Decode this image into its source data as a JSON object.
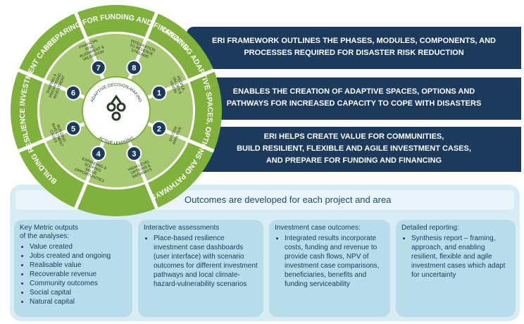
{
  "wheel": {
    "arc_top": "PREPARING FOR FUNDING AND FINANCING",
    "arc_right": "CREATING ADAPTIVE SPACES, OPTIONS AND PATHWAYS",
    "arc_left": "BUILDING RESILIENCE INVESTMENT CASES",
    "center_arc_top": "ADAPTIVE DECISION-MAKING",
    "center_arc_bottom": "ACTIVE LEARNING",
    "segments": [
      {
        "number": "1",
        "label": "PEOPLE, VALUES & VISION"
      },
      {
        "number": "2",
        "label": "SYSTEM ANALYSIS"
      },
      {
        "number": "3",
        "label": "HIGH-LEVEL OPTIONS & PATHWAYS"
      },
      {
        "number": "4",
        "label": "EXPANDING & SCOPING VALUE OPPORTUNITIES"
      },
      {
        "number": "5",
        "label": "BUILDING INVESTMENT CASES"
      },
      {
        "number": "6",
        "label": "SHAPING & PRIORITISING INVESTMENT"
      },
      {
        "number": "7",
        "label": "FINANCIAL RISK, ALIGNMENT & VALIDATION"
      },
      {
        "number": "8",
        "label": "INTEGRATION TO REVENUE STREAMS"
      }
    ]
  },
  "right_bars": [
    {
      "lines": [
        "ERI FRAMEWORK OUTLINES THE PHASES, MODULES, COMPONENTS, AND",
        "PROCESSES REQUIRED FOR DISASTER RISK REDUCTION"
      ]
    },
    {
      "lines": [
        "ENABLES THE CREATION OF ADAPTIVE SPACES, OPTIONS AND",
        "PATHWAYS FOR INCREASED CAPACITY TO COPE WITH DISASTERS"
      ]
    },
    {
      "lines": [
        "ERI HELPS CREATE VALUE FOR COMMUNITIES,",
        "BUILD RESILIENT, FLEXIBLE AND AGILE INVESTMENT CASES,",
        "AND PREPARE FOR FUNDING AND FINANCING"
      ]
    }
  ],
  "outcomes": {
    "banner": "Outcomes are developed for each project and area",
    "cards": [
      {
        "title_lines": [
          "Key Metric outputs",
          "of the analyses:"
        ],
        "items": [
          "Value created",
          "Jobs created and ongoing",
          "Realisable value",
          "Recoverable revenue",
          "Community outcomes",
          "Social capital",
          "Natural capital"
        ]
      },
      {
        "title_lines": [
          "Interactive assessments"
        ],
        "items": [
          "Place-based resilience investment case dashboards (user interface) with scenario outcomes for different investment pathways and local climate-hazard-vulnerability scenarios"
        ]
      },
      {
        "title_lines": [
          "Investment case outcomes:"
        ],
        "items": [
          "Integrated results incorporate costs, funding and revenue to provide cash flows, NPV of investment case comparisons, beneficiaries, benefits and funding serviceability"
        ]
      },
      {
        "title_lines": [
          "Detailed reporting:"
        ],
        "items": [
          "Synthesis report – framing, approach, and enabling resilient, flexible and agile investment cases which adapt for uncertainty"
        ]
      }
    ]
  }
}
